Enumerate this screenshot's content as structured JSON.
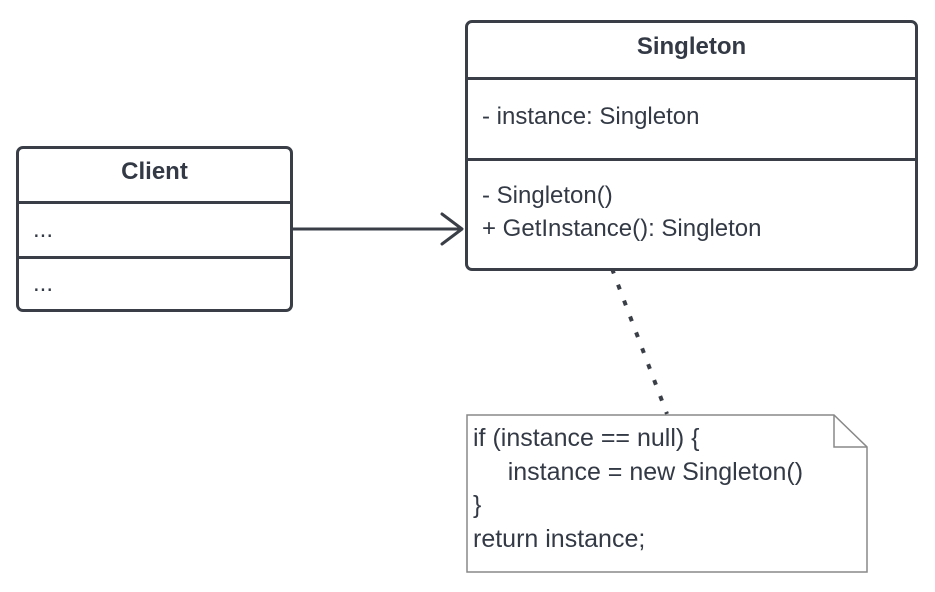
{
  "client": {
    "title": "Client",
    "attributes": "...",
    "methods": "..."
  },
  "singleton": {
    "title": "Singleton",
    "attributes": "- instance: Singleton",
    "methods": [
      "- Singleton()",
      "+ GetInstance(): Singleton"
    ]
  },
  "note": {
    "lines": [
      "if (instance == null) {",
      "     instance = new Singleton()",
      "}",
      "return instance;"
    ]
  },
  "colors": {
    "stroke": "#3a3f47",
    "text": "#333a45",
    "note_border": "#888888"
  }
}
